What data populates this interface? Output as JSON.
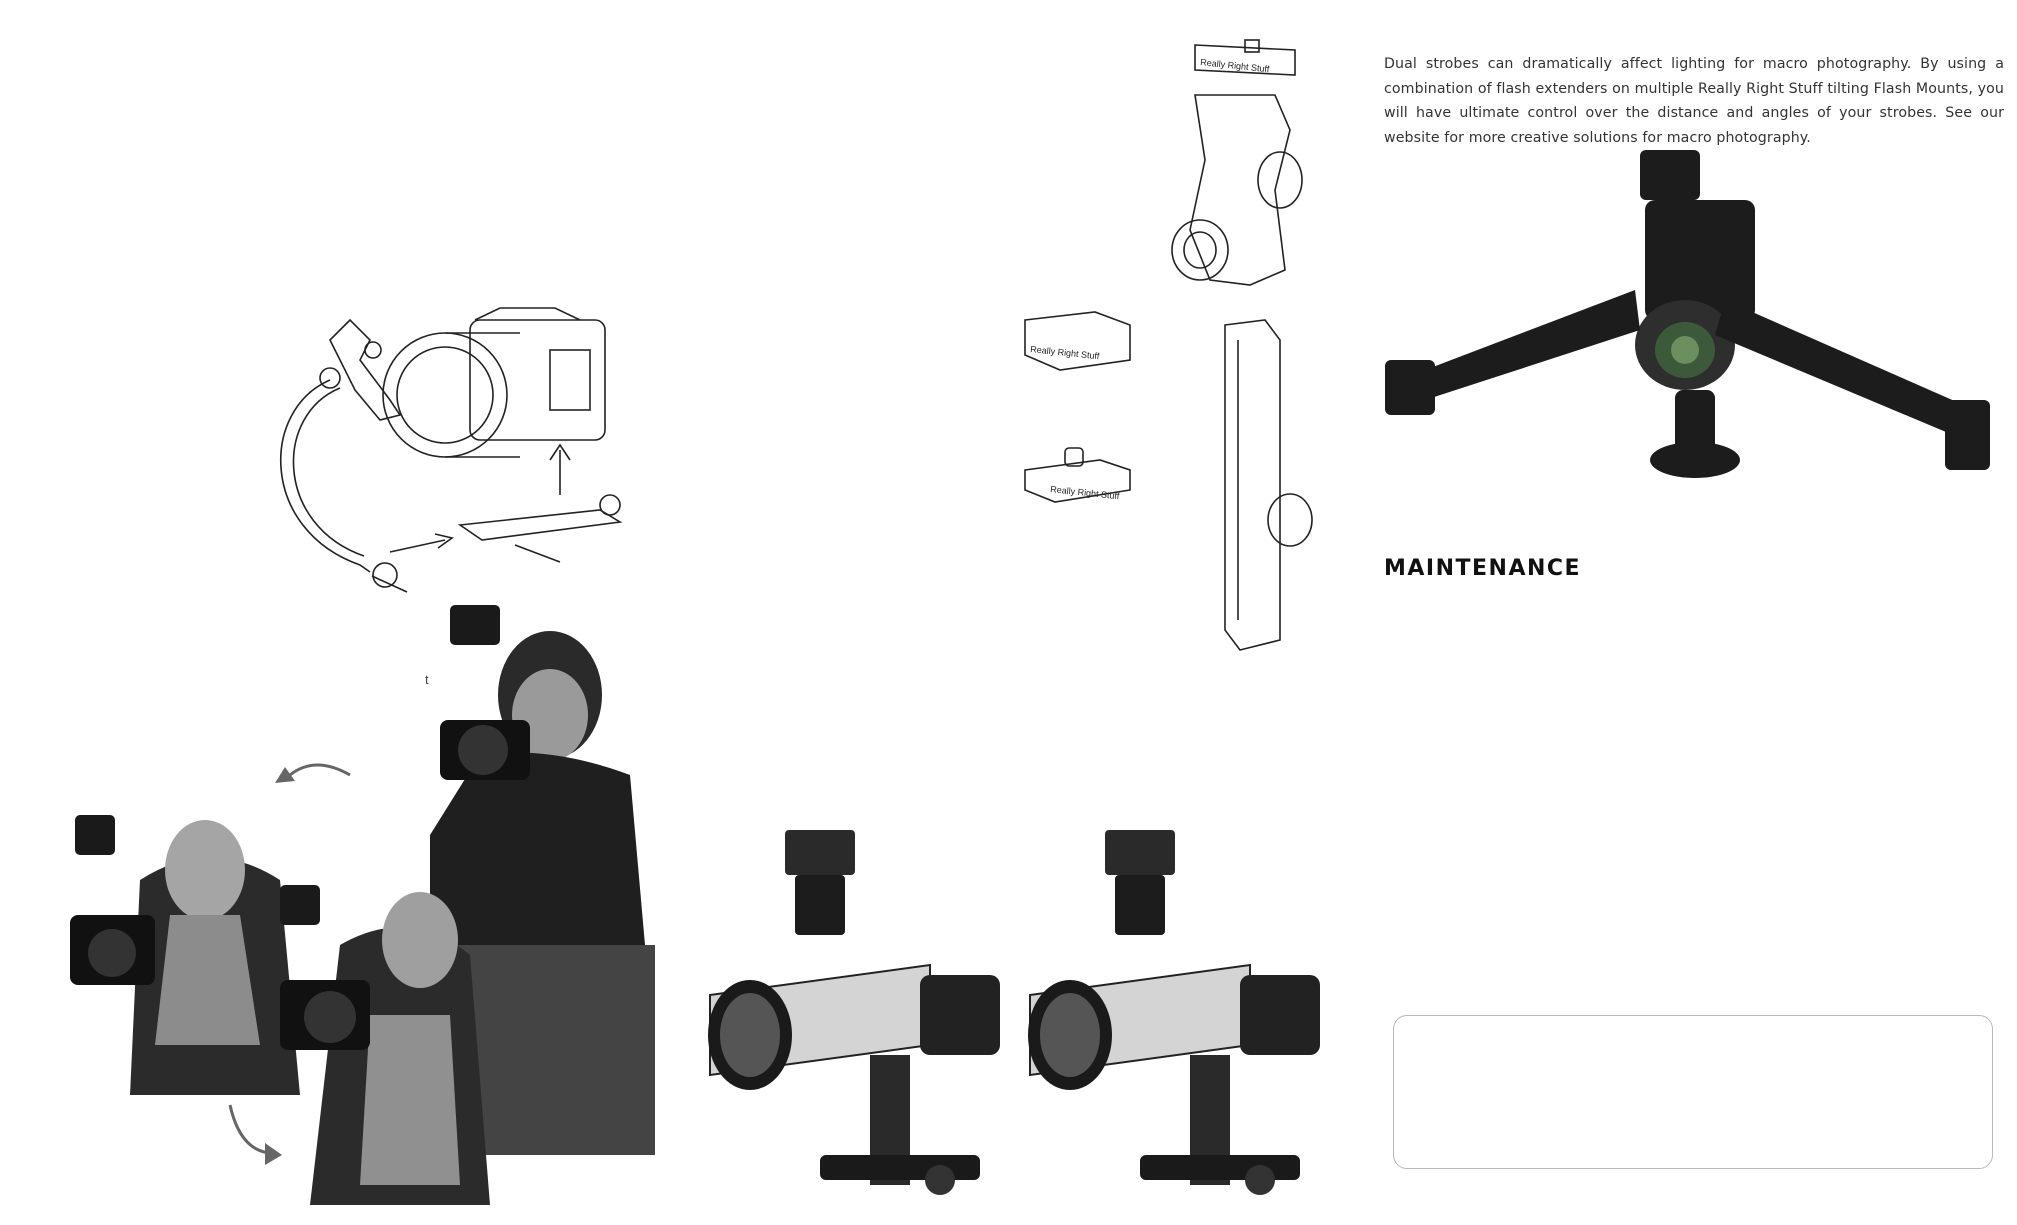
{
  "body_text": "Dual strobes can dramatically affect lighting for macro photography. By using a combination of flash extenders on multiple Really Right Stuff tilting Flash Mounts, you will have ultimate control over the distance and angles of your strobes. See our website for more creative solutions for macro photography.",
  "section_heading": "MAINTENANCE",
  "stray_char": "t",
  "illustrations": {
    "bracket_diagram": "flash-bracket-assembly-diagram",
    "flash_mount_parts": "flash-mount-exploded-parts",
    "brand_label": "Really Right Stuff",
    "macro_rig": "dual-strobe-macro-rig-photo",
    "woman_sequence": "woman-rotating-camera-photos",
    "telephoto_rigs": "telephoto-gimbal-flash-photos"
  }
}
